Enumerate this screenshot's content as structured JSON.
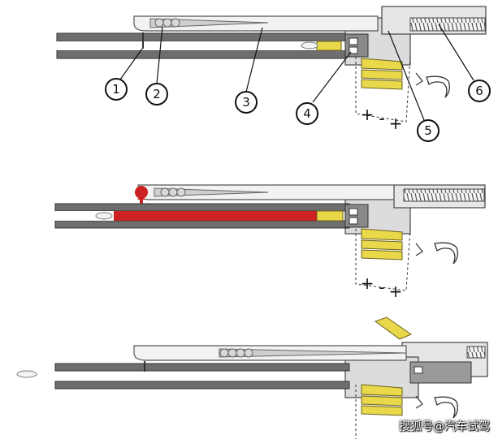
{
  "callouts": [
    "1",
    "2",
    "3",
    "4",
    "5",
    "6"
  ],
  "signs": [
    "+",
    "-",
    "+"
  ],
  "watermark": "搜狐号@汽车试驾",
  "colors": {
    "barrel": "#6e6e6e",
    "barrel_dark": "#4a4a4a",
    "housing": "#dcdcdc",
    "cartridge": "#e8d84a",
    "gas": "#cc2222",
    "line": "#222222"
  }
}
